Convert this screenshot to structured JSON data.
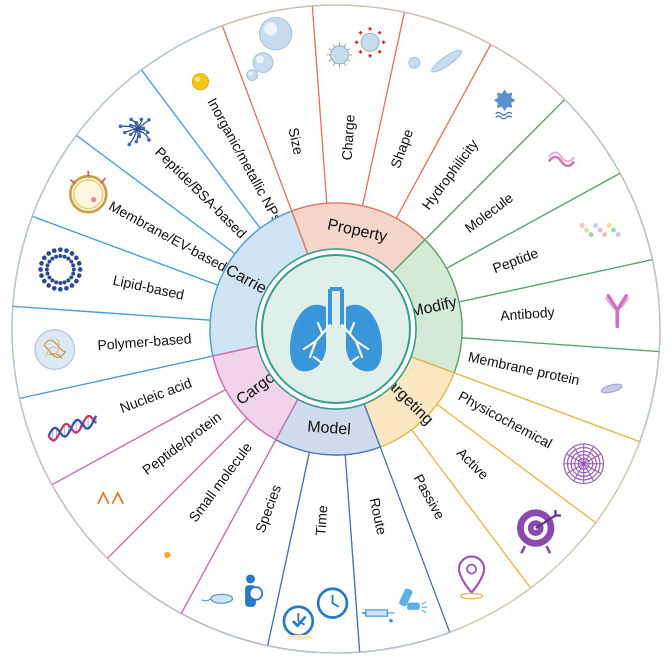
{
  "colors": {
    "carrier": "#4a9fd3",
    "property": "#e07a5f",
    "modify": "#5aa469",
    "targeting": "#e8b64a",
    "model": "#4a74b8",
    "cargo": "#c86fb0",
    "lung": "#3a96d8",
    "core_ring": "#3a9e8e"
  },
  "categories": [
    {
      "key": "carrier",
      "label": "Carrier",
      "fill": "#cfe5f5",
      "stroke": "#4a9fd3"
    },
    {
      "key": "property",
      "label": "Property",
      "fill": "#f6d5cb",
      "stroke": "#e07a5f"
    },
    {
      "key": "modify",
      "label": "Modify",
      "fill": "#d4ead6",
      "stroke": "#5aa469"
    },
    {
      "key": "targeting",
      "label": "Targeting",
      "fill": "#fbe7c1",
      "stroke": "#e8b64a"
    },
    {
      "key": "model",
      "label": "Model",
      "fill": "#d0dcee",
      "stroke": "#4a74b8"
    },
    {
      "key": "cargo",
      "label": "Cargo",
      "fill": "#f2d4ea",
      "stroke": "#c86fb0"
    }
  ],
  "items": [
    {
      "cat": "carrier",
      "label": "Lipid-based",
      "icon": "liposome-icon"
    },
    {
      "cat": "carrier",
      "label": "Membrane/EV-based",
      "icon": "vesicle-icon"
    },
    {
      "cat": "carrier",
      "label": "Peptide/BSA-based",
      "icon": "protein-cluster-icon"
    },
    {
      "cat": "carrier",
      "label": "Inorganic/metallic NPs",
      "icon": "metal-nanoparticle-icon"
    },
    {
      "cat": "property",
      "label": "Size",
      "icon": "size-spheres-icon"
    },
    {
      "cat": "property",
      "label": "Charge",
      "icon": "charged-particle-icon"
    },
    {
      "cat": "property",
      "label": "Shape",
      "icon": "shape-particles-icon"
    },
    {
      "cat": "property",
      "label": "Hydrophilicity",
      "icon": "hydrophilic-particle-icon"
    },
    {
      "cat": "modify",
      "label": "Molecule",
      "icon": "molecule-icon"
    },
    {
      "cat": "modify",
      "label": "Peptide",
      "icon": "peptide-chain-icon"
    },
    {
      "cat": "modify",
      "label": "Antibody",
      "icon": "antibody-icon"
    },
    {
      "cat": "modify",
      "label": "Membrane protein",
      "icon": "membrane-protein-icon"
    },
    {
      "cat": "targeting",
      "label": "Physicochemical",
      "icon": "web-target-icon"
    },
    {
      "cat": "targeting",
      "label": "Active",
      "icon": "bullseye-icon"
    },
    {
      "cat": "targeting",
      "label": "Passive",
      "icon": "location-pin-icon"
    },
    {
      "cat": "model",
      "label": "Route",
      "icon": "inhaler-syringe-icon"
    },
    {
      "cat": "model",
      "label": "Time",
      "icon": "clock-icon"
    },
    {
      "cat": "model",
      "label": "Species",
      "icon": "species-icon"
    },
    {
      "cat": "cargo",
      "label": "Small molecule",
      "icon": "small-molecule-icon"
    },
    {
      "cat": "cargo",
      "label": "Peptide/protein",
      "icon": "peptide-wave-icon"
    },
    {
      "cat": "cargo",
      "label": "Nucleic acid",
      "icon": "dna-icon"
    },
    {
      "cat": "carrier",
      "label": "Polymer-based",
      "icon": "polymer-sphere-icon"
    }
  ],
  "center_icon": "lungs-icon"
}
